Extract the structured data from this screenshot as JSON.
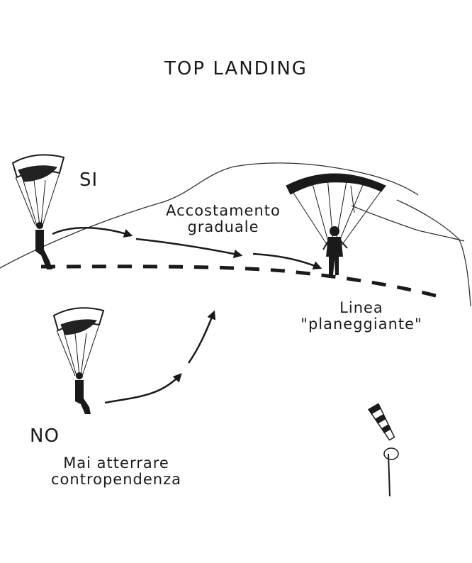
{
  "title": "TOP LANDING",
  "yes_label": "SI",
  "approach_label": [
    "Accostamento",
    "graduale"
  ],
  "line_label": [
    "Linea",
    "\"planeggiante\""
  ],
  "no_label": "NO",
  "warning_label": [
    "Mai atterrare",
    "contropendenza"
  ],
  "colors": {
    "ink": "#1a1a1a",
    "paper": "#ffffff"
  },
  "icons": [
    "paraglider-descending-icon",
    "paraglider-flying-icon",
    "pilot-landed-icon",
    "windsock-icon",
    "arrow-icon"
  ]
}
